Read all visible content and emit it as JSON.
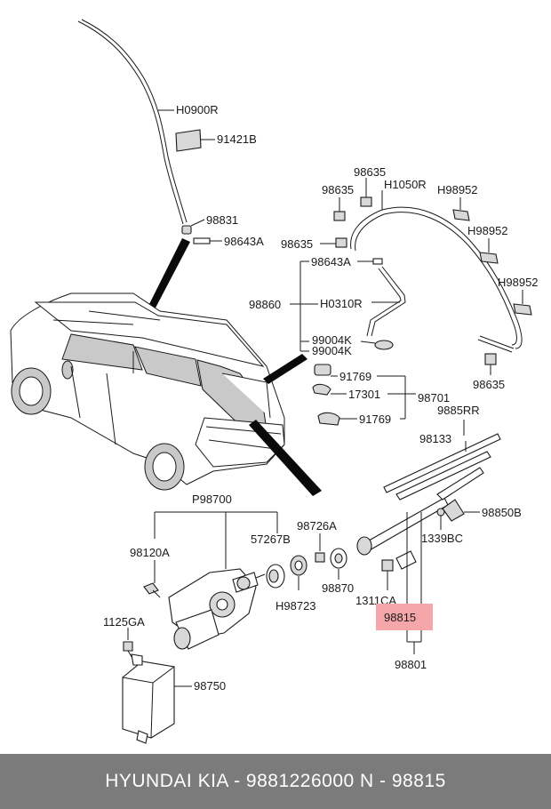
{
  "diagram": {
    "labels": {
      "h0900r": "H0900R",
      "p91421b": "91421B",
      "p98831": "98831",
      "p98643a_top": "98643A",
      "p98635_a": "98635",
      "p98635_b": "98635",
      "p98635_c": "98635",
      "p98635_d": "98635",
      "h1050r": "H1050R",
      "h98952_a": "H98952",
      "h98952_b": "H98952",
      "h98952_c": "H98952",
      "p98643a_mid": "98643A",
      "p98860": "98860",
      "h0310r": "H0310R",
      "p99004k_a": "99004K",
      "p99004k_b": "99004K",
      "p91769_a": "91769",
      "p17301": "17301",
      "p98701": "98701",
      "p91769_b": "91769",
      "p9885rr": "9885RR",
      "p98133": "98133",
      "p98850b": "98850B",
      "p1339bc": "1339BC",
      "p98700": "P98700",
      "p98726a": "98726A",
      "p57267b": "57267B",
      "p98120a": "98120A",
      "p98870": "98870",
      "h98723": "H98723",
      "p1311ca": "1311CA",
      "p98815": "98815",
      "p1125ga": "1125GA",
      "p98750": "98750",
      "p98801": "98801"
    },
    "highlight_color": "#f4a6a8"
  },
  "footer": {
    "text": "HYUNDAI  KIA - 9881226000     N - 98815",
    "background": "#7b7b7b"
  }
}
